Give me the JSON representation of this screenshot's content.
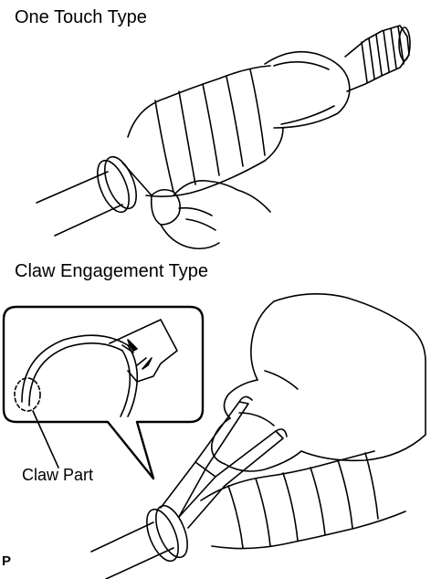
{
  "sections": [
    {
      "title": "One Touch Type"
    },
    {
      "title": "Claw Engagement Type"
    }
  ],
  "callouts": {
    "claw_part": "Claw Part"
  },
  "corner_mark": "P"
}
